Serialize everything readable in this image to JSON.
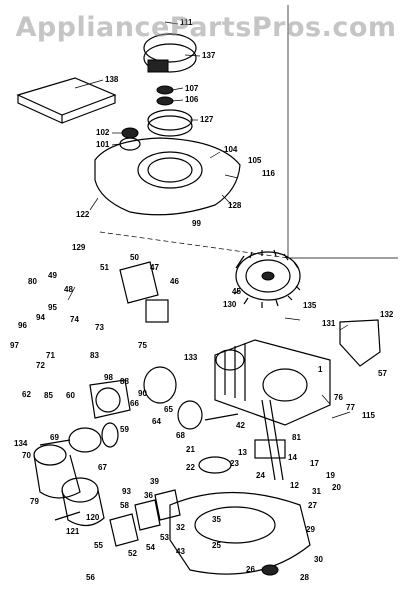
{
  "watermark": "AppliancePartsPros.com",
  "colors": {
    "ink": "#000000",
    "paper": "#ffffff",
    "watermark": "#969696"
  },
  "callouts": {
    "c111": "111",
    "c137": "137",
    "c138": "138",
    "c107": "107",
    "c106": "106",
    "c127": "127",
    "c102": "102",
    "c101": "101",
    "c104": "104",
    "c105": "105",
    "c116": "116",
    "c128": "128",
    "c122": "122",
    "c99": "99",
    "c129": "129",
    "c50": "50",
    "c47": "47",
    "c46": "46",
    "c51": "51",
    "c49": "49",
    "c80": "80",
    "c48": "48",
    "c45": "45",
    "c135": "135",
    "c130": "130",
    "c131": "131",
    "c132": "132",
    "c95": "95",
    "c94": "94",
    "c74": "74",
    "c73": "73",
    "c96": "96",
    "c97": "97",
    "c71": "71",
    "c72": "72",
    "c62": "62",
    "c83": "83",
    "c85": "85",
    "c60": "60",
    "c57": "57",
    "c75": "75",
    "c98": "98",
    "c88": "88",
    "c133": "133",
    "c1": "1",
    "c76": "76",
    "c77": "77",
    "c115": "115",
    "c90": "90",
    "c66": "66",
    "c65": "65",
    "c64": "64",
    "c68": "68",
    "c59": "59",
    "c134": "134",
    "c69": "69",
    "c70": "70",
    "c67": "67",
    "c79": "79",
    "c120": "120",
    "c121": "121",
    "c93": "93",
    "c39": "39",
    "c36": "36",
    "c58": "58",
    "c56": "56",
    "c55": "55",
    "c52": "52",
    "c54": "54",
    "c53": "53",
    "c32": "32",
    "c35": "35",
    "c43": "43",
    "c42": "42",
    "c81": "81",
    "c21": "21",
    "c22": "22",
    "c24": "24",
    "c23": "23",
    "c13": "13",
    "c14": "14",
    "c17": "17",
    "c19": "19",
    "c20": "20",
    "c31": "31",
    "c12": "12",
    "c27": "27",
    "c29": "29",
    "c30": "30",
    "c25": "25",
    "c26": "26",
    "c28": "28"
  }
}
